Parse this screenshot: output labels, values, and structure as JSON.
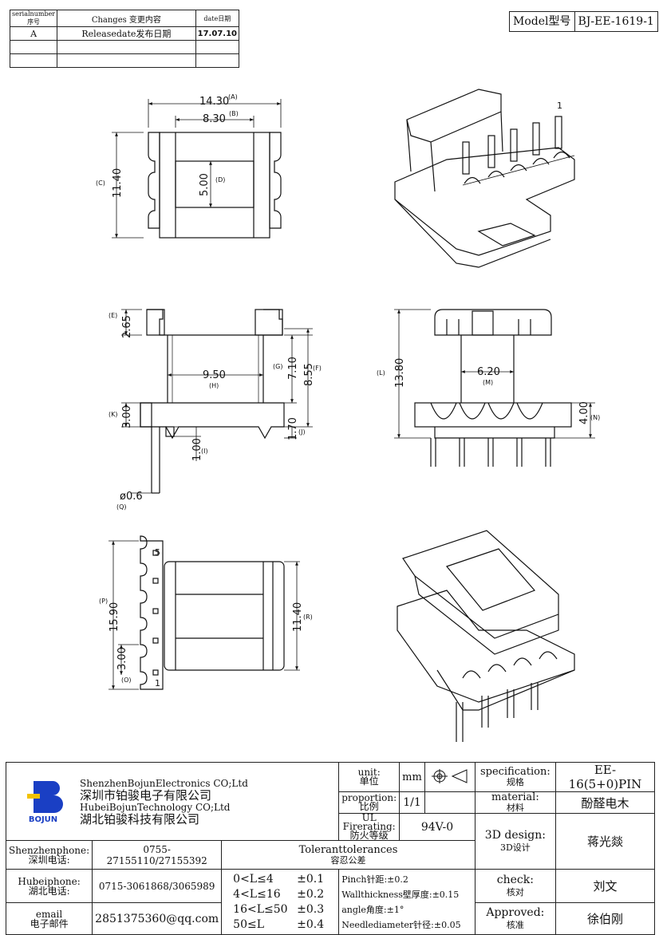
{
  "revision_table": {
    "headers": [
      "serialnumber序号",
      "Changes 变更内容",
      "date日期"
    ],
    "rows": [
      {
        "serial": "A",
        "change": "Releasedate发布日期",
        "date": "17.07.10"
      }
    ]
  },
  "model": {
    "label": "Model型号",
    "value": "BJ-EE-1619-1"
  },
  "drawing": {
    "top_view": {
      "dims": [
        "14.30",
        "(A)",
        "8.30",
        "(B)",
        "11.40",
        "(C)",
        "5.00",
        "(D)"
      ]
    },
    "front_view": {
      "dims": [
        "2.65",
        "(E)",
        "9.50",
        "(H)",
        "7.10",
        "(G)",
        "8.55",
        "(F)",
        "3.00",
        "(K)",
        "1.70",
        "(J)",
        "1.00",
        "(I)",
        "ø0.6",
        "(Q)"
      ]
    },
    "side_view": {
      "dims": [
        "13.80",
        "(L)",
        "6.20",
        "(M)",
        "4.00",
        "(N)"
      ]
    },
    "bottom_view": {
      "dims": [
        "15.90",
        "(P)",
        "3.00",
        "(O)",
        "11.40",
        "(R)"
      ],
      "pin_labels": [
        "5",
        "1"
      ]
    },
    "iso_view": {
      "pin_label": "1"
    }
  },
  "title_block": {
    "logo": {
      "text": "BOJUN",
      "color": "#1a3fc4",
      "accent": "#f2c200"
    },
    "company_en_1": "ShenzhenBojunElectronics CO;Ltd",
    "company_cn_1": "深圳市铂骏电子有限公司",
    "company_en_2": "HubeiBojunTechnology CO;Ltd",
    "company_cn_2": "湖北铂骏科技有限公司",
    "unit_label": "unit:",
    "unit_label_cn": "单位",
    "unit_value": "mm",
    "proportion_label": "proportion:",
    "proportion_label_cn": "比例",
    "proportion_value": "1/1",
    "ul_label": "UL Firerating:",
    "ul_label_cn": "防火等级",
    "ul_value": "94V-0",
    "spec_label": "specification:",
    "spec_label_cn": "规格",
    "spec_value": "EE-16(5+0)PIN",
    "material_label": "material:",
    "material_label_cn": "材料",
    "material_value": "酚醛电木",
    "design_label": "3D design:",
    "design_label_cn": "3D设计",
    "design_value": "蒋光燚",
    "check_label": "check:",
    "check_label_cn": "核对",
    "check_value": "刘文",
    "approved_label": "Approved:",
    "approved_label_cn": "核准",
    "approved_value": "徐伯刚",
    "shenzhen_label": "Shenzhenphone:",
    "shenzhen_label_cn": "深圳电话:",
    "shenzhen_value": "0755-27155110/27155392",
    "hubei_label": "Hubeiphone:",
    "hubei_label_cn": "湖北电话:",
    "hubei_value": "0715-3061868/3065989",
    "email_label": "email",
    "email_label_cn": "电子邮件",
    "email_value": "2851375360@qq.com",
    "tolerances_title": "Toleranttolerances",
    "tolerances_title_cn": "容忍公差",
    "tolerances": [
      {
        "range": "0<L≤4",
        "tol": "±0.1"
      },
      {
        "range": "4<L≤16",
        "tol": "±0.2"
      },
      {
        "range": "16<L≤50",
        "tol": "±0.3"
      },
      {
        "range": "50≤L",
        "tol": "±0.4"
      }
    ],
    "notes": [
      "Pinch针距:±0.2",
      "Wallthickness壁厚度:±0.15",
      "angle角度:±1°",
      "Needlediameter针径:±0.05"
    ]
  }
}
